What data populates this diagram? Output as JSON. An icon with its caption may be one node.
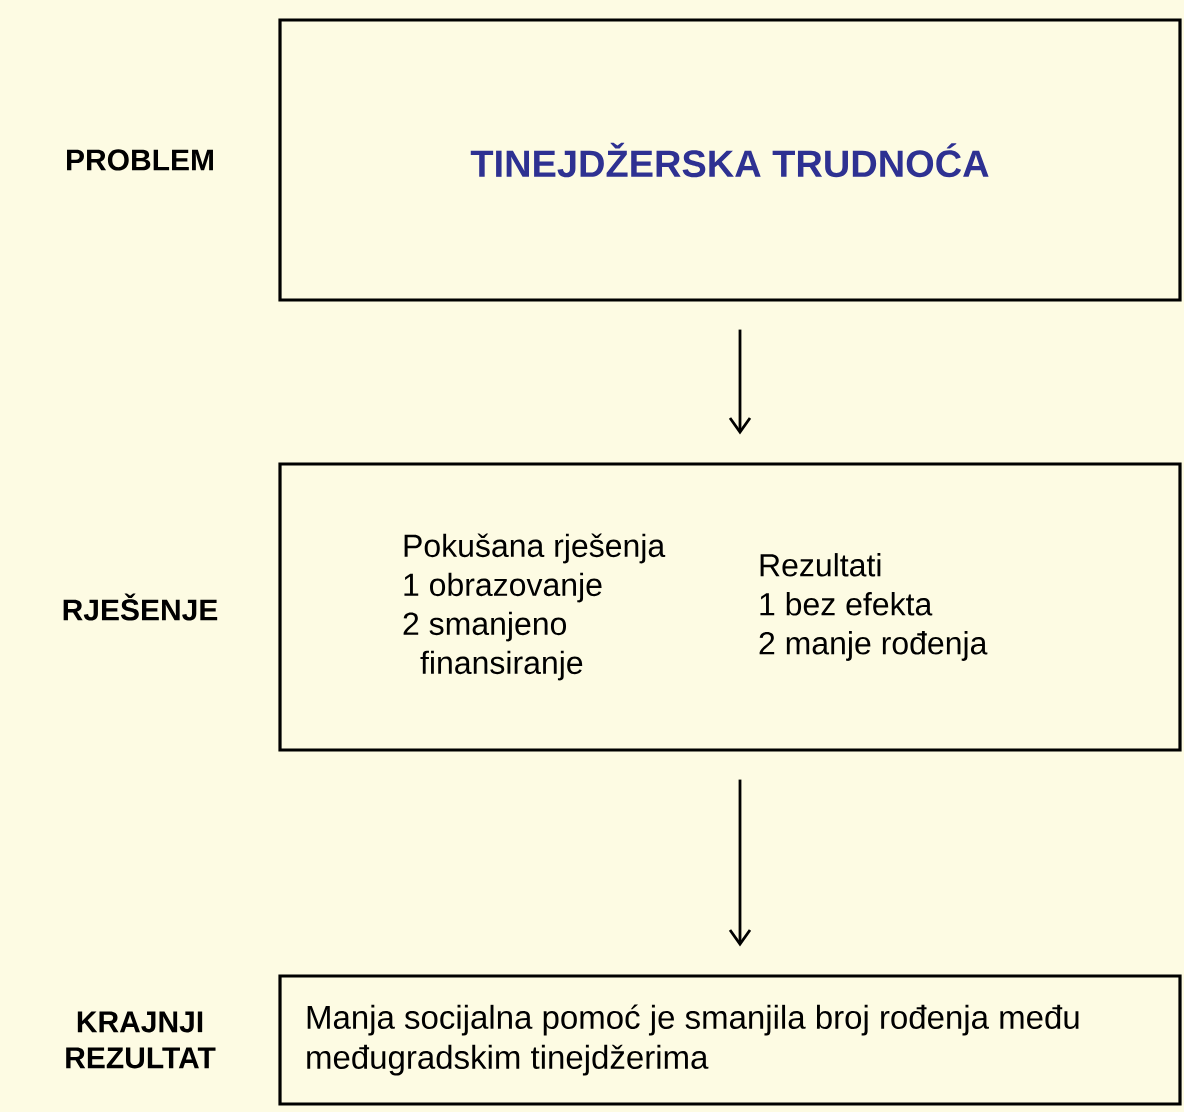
{
  "diagram": {
    "nodes": [
      {
        "text": [
          "TINEJDŽERSKA TRUDNOĆA"
        ],
        "beside": [
          "PROBLEM"
        ]
      },
      {
        "text": [
          "Pokušana rješenja",
          "1 obrazovanje",
          "2 smanjeno finansiranje",
          "Rezultati",
          "1 bez efekta",
          "2 manje rođenja"
        ],
        "beside": [
          "RJEŠENJE"
        ]
      },
      {
        "text": [
          "Manja socijalna pomoć je smanjila broj rođenja među međugradskim tinejdžerima"
        ],
        "beside": [
          "KRAJNJI REZULTAT"
        ]
      }
    ],
    "edges": [
      {
        "from": 0,
        "to": 1,
        "arrow": "to"
      },
      {
        "from": 1,
        "to": 2,
        "arrow": "to"
      }
    ]
  }
}
